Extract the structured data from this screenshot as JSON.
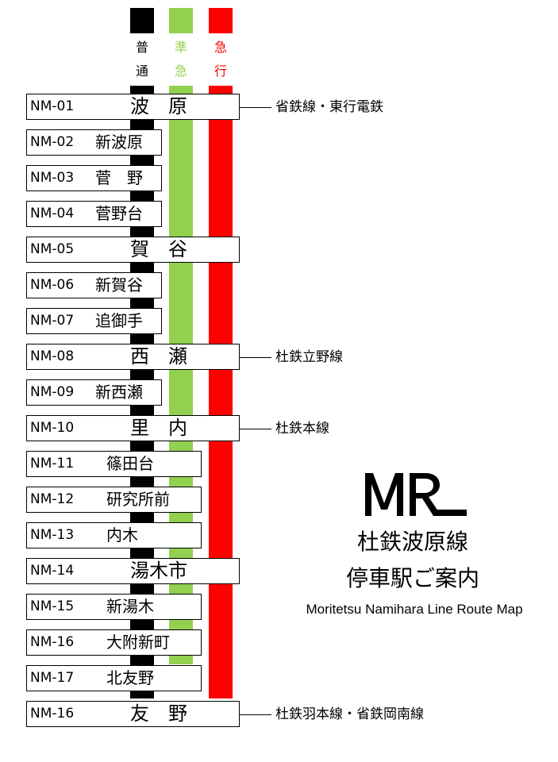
{
  "colors": {
    "local": "#000000",
    "semi_express": "#92d050",
    "express": "#ff0000"
  },
  "service_types": {
    "local": [
      "普",
      "通"
    ],
    "semi_express": [
      "準",
      "急"
    ],
    "express": [
      "急",
      "行"
    ]
  },
  "stations": [
    {
      "code": "NM-01",
      "name": "波　原",
      "major": true
    },
    {
      "code": "NM-02",
      "name": "新波原",
      "major": false
    },
    {
      "code": "NM-03",
      "name": "菅　野",
      "major": false
    },
    {
      "code": "NM-04",
      "name": "菅野台",
      "major": false
    },
    {
      "code": "NM-05",
      "name": "賀　谷",
      "major": true
    },
    {
      "code": "NM-06",
      "name": "新賀谷",
      "major": false
    },
    {
      "code": "NM-07",
      "name": "追御手",
      "major": false
    },
    {
      "code": "NM-08",
      "name": "西　瀬",
      "major": true
    },
    {
      "code": "NM-09",
      "name": "新西瀬",
      "major": false
    },
    {
      "code": "NM-10",
      "name": "里　内",
      "major": true
    },
    {
      "code": "NM-11",
      "name": "篠田台",
      "major": false
    },
    {
      "code": "NM-12",
      "name": "研究所前",
      "major": false
    },
    {
      "code": "NM-13",
      "name": "内木",
      "major": false
    },
    {
      "code": "NM-14",
      "name": "湯木市",
      "major": true
    },
    {
      "code": "NM-15",
      "name": "新湯木",
      "major": false
    },
    {
      "code": "NM-16",
      "name": "大附新町",
      "major": false
    },
    {
      "code": "NM-17",
      "name": "北友野",
      "major": false
    },
    {
      "code": "NM-16",
      "name": "友　野",
      "major": true
    }
  ],
  "connections": [
    {
      "station_index": 0,
      "text": "省鉄線・東行電鉄"
    },
    {
      "station_index": 7,
      "text": "杜鉄立野線"
    },
    {
      "station_index": 9,
      "text": "杜鉄本線"
    },
    {
      "station_index": 17,
      "text": "杜鉄羽本線・省鉄岡南線"
    }
  ],
  "logo": {
    "icon": "mr-logo-icon"
  },
  "title": {
    "line1": "杜鉄波原線",
    "line2": "停車駅ご案内",
    "line3": "Moritetsu Namihara Line Route Map"
  }
}
